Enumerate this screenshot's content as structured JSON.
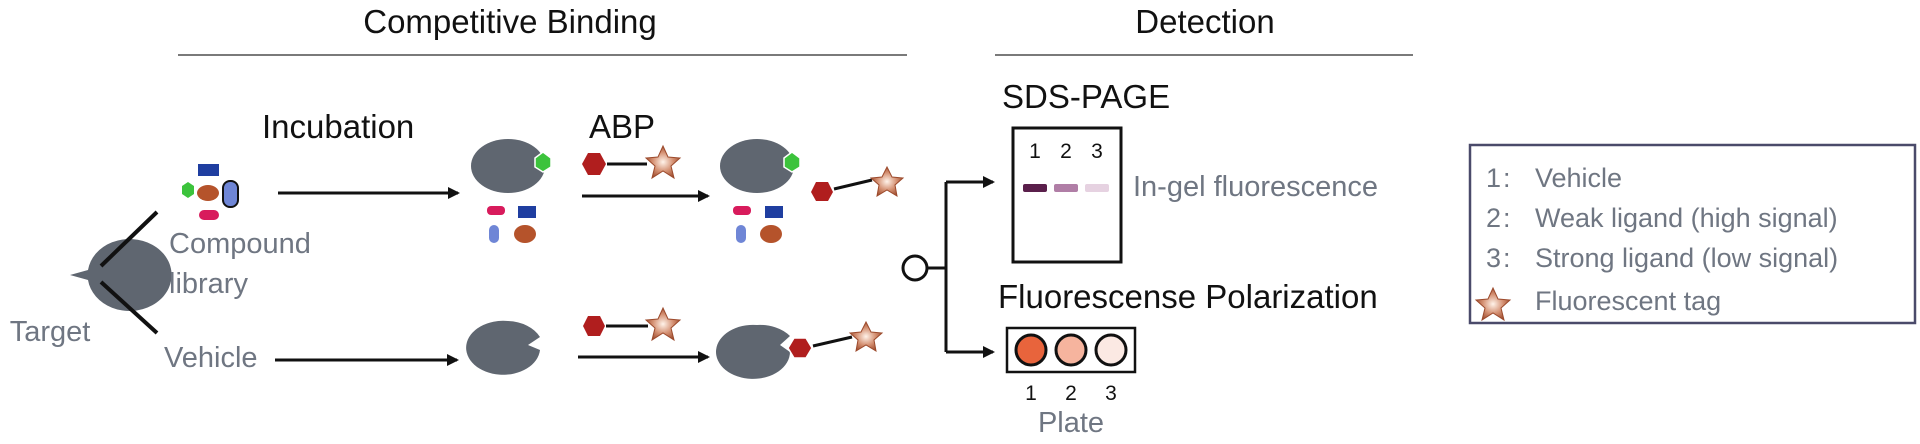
{
  "sections": {
    "competitive_binding": "Competitive Binding",
    "detection": "Detection"
  },
  "target_label": "Target",
  "compound_library": {
    "line1": "Compound",
    "line2": "library"
  },
  "vehicle_label": "Vehicle",
  "steps": {
    "incubation": "Incubation",
    "abp": "ABP"
  },
  "sds_page": {
    "title": "SDS-PAGE",
    "lanes": [
      "1",
      "2",
      "3"
    ],
    "band_colors": [
      "#5a1f4b",
      "#b07ea6",
      "#e6d2e1"
    ],
    "caption": "In-gel fluorescence"
  },
  "fp": {
    "title": "Fluorescense Polarization",
    "wells": [
      "1",
      "2",
      "3"
    ],
    "well_colors": [
      "#e8643c",
      "#f6b49e",
      "#fbe9e3"
    ],
    "caption": "Plate"
  },
  "legend": {
    "items": [
      {
        "num": "1",
        "sep": ":",
        "text": "Vehicle"
      },
      {
        "num": "2",
        "sep": ":",
        "text": "Weak ligand (high signal)"
      },
      {
        "num": "3",
        "sep": ":",
        "text": "Strong ligand (low signal)"
      }
    ],
    "tag_label": "Fluorescent tag"
  },
  "colors": {
    "protein": "#5f6670",
    "ligand_green": "#3cc33c",
    "ligand_red_hex": "#b01e1e",
    "blue_square": "#1f3ea0",
    "pink_pill": "#d81b5c",
    "brown_oval": "#b5532b",
    "lav_pill": "#6f86d6",
    "star": "#b5623f",
    "arrow": "#111111",
    "rule": "#7a7a7a"
  },
  "icons": [
    "star-icon",
    "hexagon-icon",
    "pacman-protein-icon"
  ]
}
